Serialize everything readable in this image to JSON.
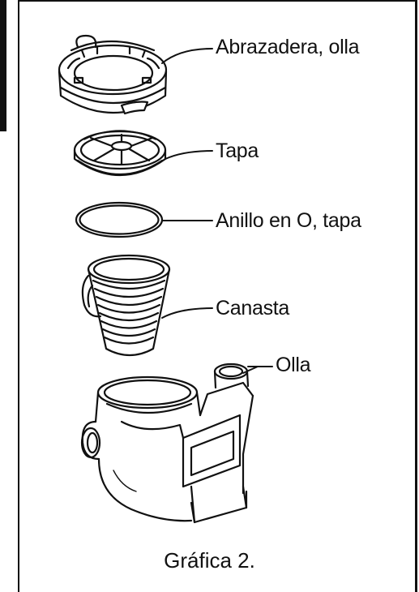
{
  "figure": {
    "caption": "Gráfica 2.",
    "parts": [
      {
        "id": "clamp",
        "label": "Abrazadera, olla"
      },
      {
        "id": "lid",
        "label": "Tapa"
      },
      {
        "id": "o-ring",
        "label": "Anillo en O, tapa"
      },
      {
        "id": "basket",
        "label": "Canasta"
      },
      {
        "id": "pot",
        "label": "Olla"
      }
    ]
  },
  "colors": {
    "ink": "#111111",
    "paper": "#ffffff"
  }
}
